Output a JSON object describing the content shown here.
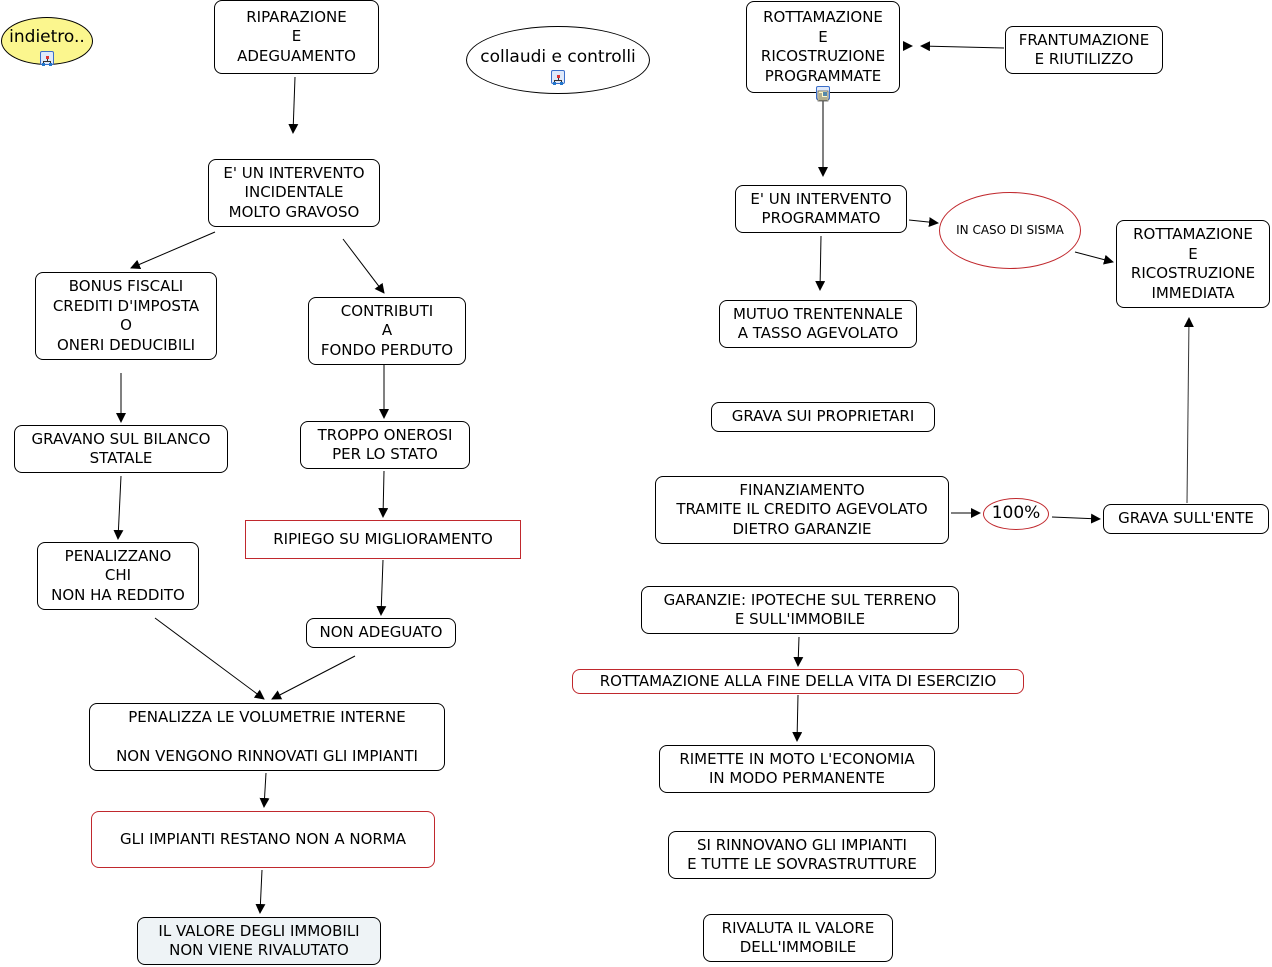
{
  "map_title_hidden": "",
  "nodes": {
    "indietro": "indietro..",
    "riparazione": "RIPARAZIONE\nE\nADEGUAMENTO",
    "collaudi": "collaudi e controlli",
    "rottamazione_programmate": "ROTTAMAZIONE\nE\nRICOSTRUZIONE\nPROGRAMMATE",
    "frantumazione": "FRANTUMAZIONE\nE RIUTILIZZO",
    "intervento_incidentale": "E' UN INTERVENTO\nINCIDENTALE\nMOLTO GRAVOSO",
    "intervento_programmato": "E' UN INTERVENTO\nPROGRAMMATO",
    "in_caso_di_sisma": "IN CASO DI SISMA",
    "rottamazione_immediata": "ROTTAMAZIONE\nE\nRICOSTRUZIONE\nIMMEDIATA",
    "bonus_fiscali": "BONUS FISCALI\nCREDITI D'IMPOSTA\nO\nONERI DEDUCIBILI",
    "contributi": "CONTRIBUTI\nA\nFONDO PERDUTO",
    "mutuo": "MUTUO TRENTENNALE\nA TASSO AGEVOLATO",
    "grava_proprietari": "GRAVA SUI PROPRIETARI",
    "gravano_bilancio": "GRAVANO SUL BILANCO\nSTATALE",
    "troppo_onerosi": "TROPPO ONEROSI\nPER LO STATO",
    "finanziamento": "FINANZIAMENTO\nTRAMITE IL CREDITO AGEVOLATO\nDIETRO GARANZIE",
    "cento_percento": "100%",
    "grava_ente": "GRAVA SULL'ENTE",
    "ripiego": "RIPIEGO SU MIGLIORAMENTO",
    "penalizzano": "PENALIZZANO\nCHI\nNON HA REDDITO",
    "garanzie": "GARANZIE: IPOTECHE SUL TERRENO\nE SULL'IMMOBILE",
    "non_adeguato": "NON ADEGUATO",
    "rottamazione_fine_vita": "ROTTAMAZIONE ALLA FINE DELLA VITA DI ESERCIZIO",
    "penalizza_volumetrie": "PENALIZZA LE VOLUMETRIE INTERNE\n\nNON VENGONO RINNOVATI GLI IMPIANTI",
    "rimette_in_moto": "RIMETTE IN MOTO L'ECONOMIA\nIN MODO PERMANENTE",
    "impianti_non_norma": "GLI IMPIANTI RESTANO NON A NORMA",
    "si_rinnovano": "SI RINNOVANO GLI IMPIANTI\nE TUTTE LE SOVRASTRUTTURE",
    "valore_non_rivalutato": "IL VALORE DEGLI IMMOBILI\nNON VIENE RIVALUTATO",
    "rivaluta_valore": "RIVALUTA IL VALORE\nDELL'IMMOBILE"
  },
  "node_icons": {
    "indietro": "submap-link-icon",
    "collaudi": "submap-link-icon",
    "rottamazione_programmate": "document-image-icon"
  },
  "colors": {
    "border": "#000000",
    "accent_border": "#c0282d",
    "indietro_fill": "#fbf68e",
    "tinted_fill": "#eef3f6",
    "icon_border": "#3a6ec9"
  }
}
